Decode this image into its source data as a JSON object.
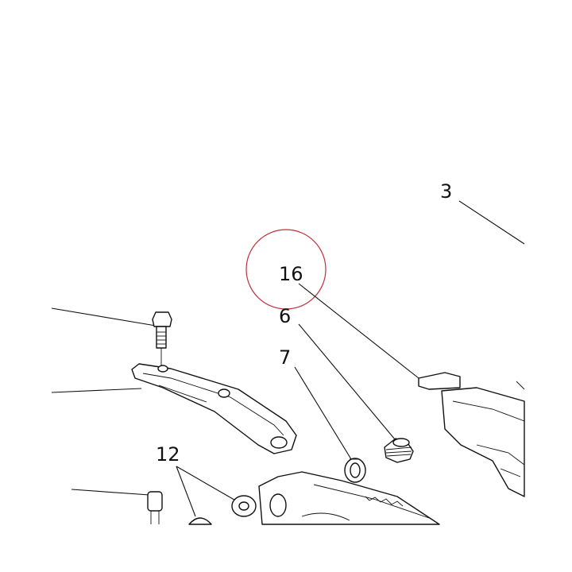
{
  "diagram": {
    "callouts": [
      "3",
      "16",
      "6",
      "7",
      "12"
    ],
    "highlight_color": "#c0303a",
    "line_color": "#111111"
  }
}
